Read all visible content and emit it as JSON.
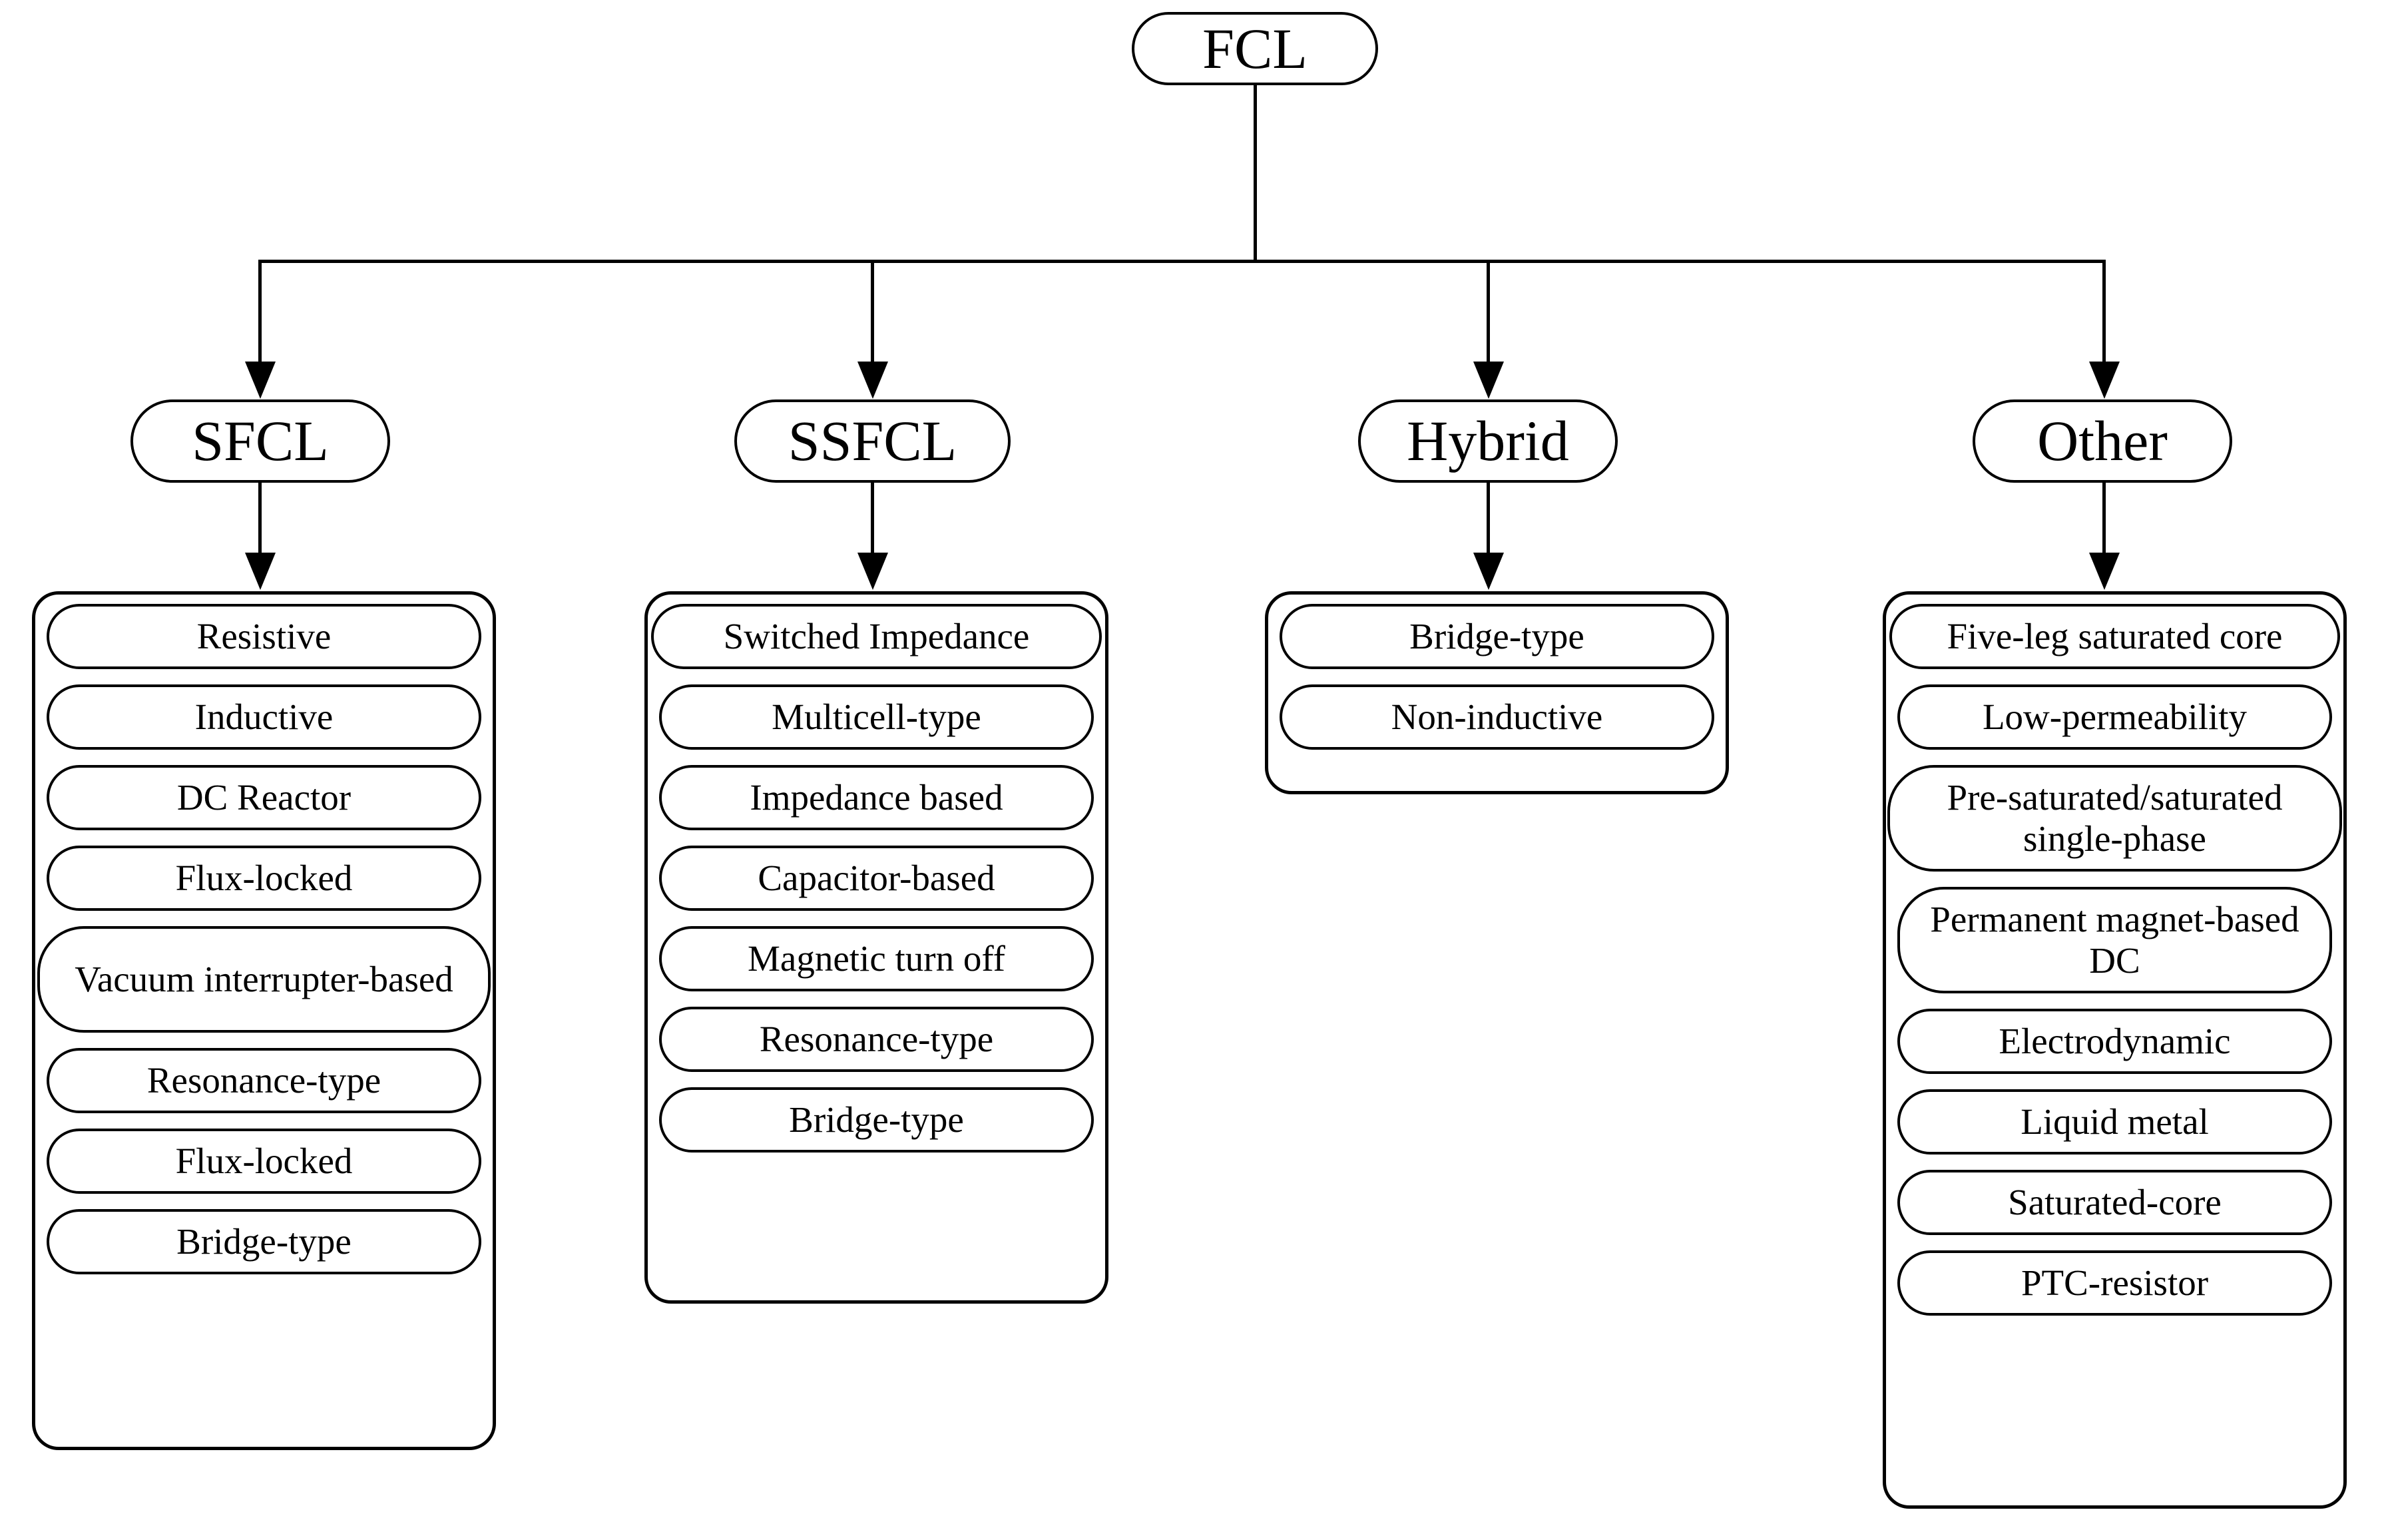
{
  "diagram": {
    "title": "FCL",
    "root": {
      "label": "FCL"
    },
    "branches": [
      {
        "id": "sfcl",
        "label": "SFCL",
        "items": [
          {
            "label": "Resistive"
          },
          {
            "label": "Inductive"
          },
          {
            "label": "DC Reactor"
          },
          {
            "label": "Flux-locked"
          },
          {
            "label": "Vacuum interrupter-based"
          },
          {
            "label": "Resonance-type"
          },
          {
            "label": "Flux-locked"
          },
          {
            "label": "Bridge-type"
          }
        ]
      },
      {
        "id": "ssfcl",
        "label": "SSFCL",
        "items": [
          {
            "label": "Switched Impedance"
          },
          {
            "label": "Multicell-type"
          },
          {
            "label": "Impedance based"
          },
          {
            "label": "Capacitor-based"
          },
          {
            "label": "Magnetic turn off"
          },
          {
            "label": "Resonance-type"
          },
          {
            "label": "Bridge-type"
          }
        ]
      },
      {
        "id": "hybrid",
        "label": "Hybrid",
        "items": [
          {
            "label": "Bridge-type"
          },
          {
            "label": "Non-inductive"
          }
        ]
      },
      {
        "id": "other",
        "label": "Other",
        "items": [
          {
            "label": "Five-leg saturated core"
          },
          {
            "label": "Low-permeability"
          },
          {
            "label": "Pre-saturated/saturated single-phase"
          },
          {
            "label": "Permanent magnet-based DC"
          },
          {
            "label": "Electrodynamic"
          },
          {
            "label": "Liquid metal"
          },
          {
            "label": "Saturated-core"
          },
          {
            "label": "PTC-resistor"
          }
        ]
      }
    ],
    "colors": {
      "stroke": "#000000",
      "background": "#ffffff",
      "text": "#000000"
    }
  }
}
